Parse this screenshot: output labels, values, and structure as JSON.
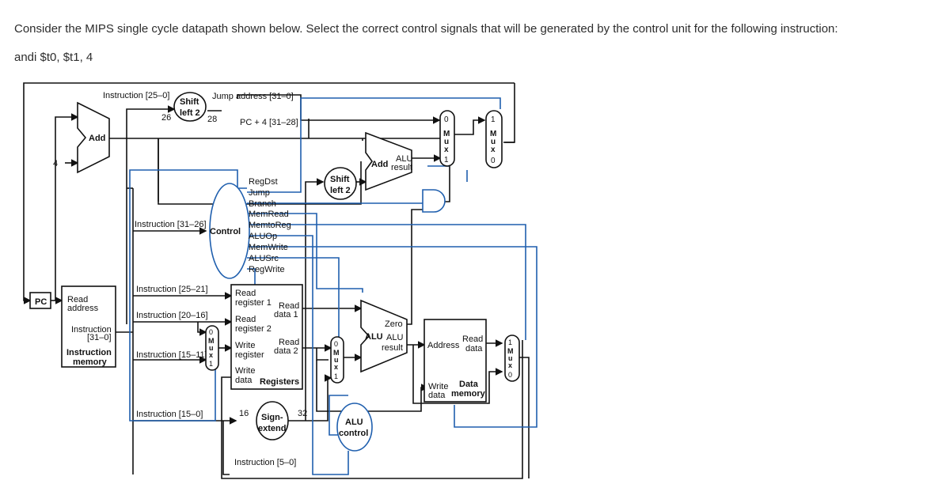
{
  "question": "Consider the MIPS single cycle datapath shown below.  Select the correct control signals that will be generated by the control unit for the following instruction:",
  "instruction": "andi $t0, $t1, 4",
  "diagram": {
    "instr_25_0": "Instruction [25–0]",
    "shift_left2_top": "Shift",
    "shift_left2_bot": "left 2",
    "n26": "26",
    "n28": "28",
    "jump_address": "Jump address [31–0]",
    "pc4": "PC + 4 [31–28]",
    "add": "Add",
    "four": "4",
    "alu_add_label": "Add",
    "alu_add_result_1": "ALU",
    "alu_add_result_2": "result",
    "shift2_top": "Shift",
    "shift2_bot": "left 2",
    "instr_31_26": "Instruction [31–26]",
    "control": "Control",
    "signals": [
      "RegDst",
      "Jump",
      "Branch",
      "MemRead",
      "MemtoReg",
      "ALUOp",
      "MemWrite",
      "ALUSrc",
      "RegWrite"
    ],
    "pc": "PC",
    "read_address_1": "Read",
    "read_address_2": "address",
    "instruction_label_1": "Instruction",
    "instruction_label_2": "[31–0]",
    "instr_mem_1": "Instruction",
    "instr_mem_2": "memory",
    "instr_25_21": "Instruction [25–21]",
    "instr_20_16": "Instruction [20–16]",
    "instr_15_11": "Instruction [15–11]",
    "instr_15_0": "Instruction [15–0]",
    "instr_5_0": "Instruction [5–0]",
    "read_reg1_1": "Read",
    "read_reg1_2": "register 1",
    "read_reg2_1": "Read",
    "read_reg2_2": "register 2",
    "write_reg_1": "Write",
    "write_reg_2": "register",
    "write_data_1": "Write",
    "write_data_2": "data",
    "read_data1_1": "Read",
    "read_data1_2": "data 1",
    "read_data2_1": "Read",
    "read_data2_2": "data 2",
    "registers": "Registers",
    "n16": "16",
    "n32": "32",
    "sign_extend_1": "Sign-",
    "sign_extend_2": "extend",
    "alu_control_1": "ALU",
    "alu_control_2": "control",
    "zero": "Zero",
    "alu": "ALU",
    "alu_result_1": "ALU",
    "alu_result_2": "result",
    "address": "Address",
    "read_data_1": "Read",
    "read_data_2": "data",
    "write_data_mem_1": "Write",
    "write_data_mem_2": "data",
    "data_memory_1": "Data",
    "data_memory_2": "memory",
    "mux_letters": [
      "M",
      "u",
      "x"
    ],
    "zero_digit": "0",
    "one_digit": "1"
  }
}
